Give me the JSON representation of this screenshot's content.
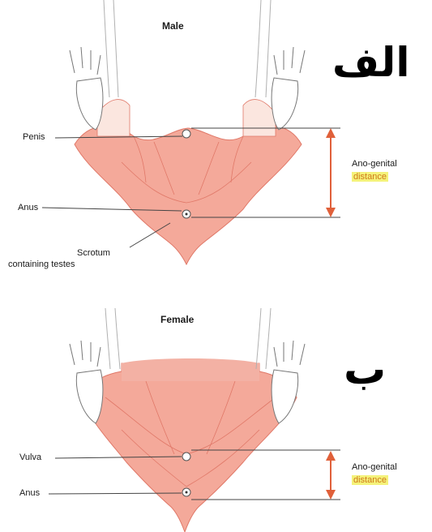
{
  "male": {
    "title": "Male",
    "tag": "الف",
    "labels": {
      "penis": "Penis",
      "anus": "Anus",
      "scrotum_line1": "Scrotum",
      "scrotum_line2": "containing testes",
      "agd_line1": "Ano-genital",
      "agd_line2": "distance"
    }
  },
  "female": {
    "title": "Female",
    "tag": "ب",
    "labels": {
      "vulva": "Vulva",
      "anus": "Anus",
      "agd_line1": "Ano-genital",
      "agd_line2": "distance"
    }
  },
  "colors": {
    "body_fill": "#f4a99a",
    "body_stroke": "#e07868",
    "arrow": "#e0603a",
    "highlight": "#f4f27a"
  }
}
